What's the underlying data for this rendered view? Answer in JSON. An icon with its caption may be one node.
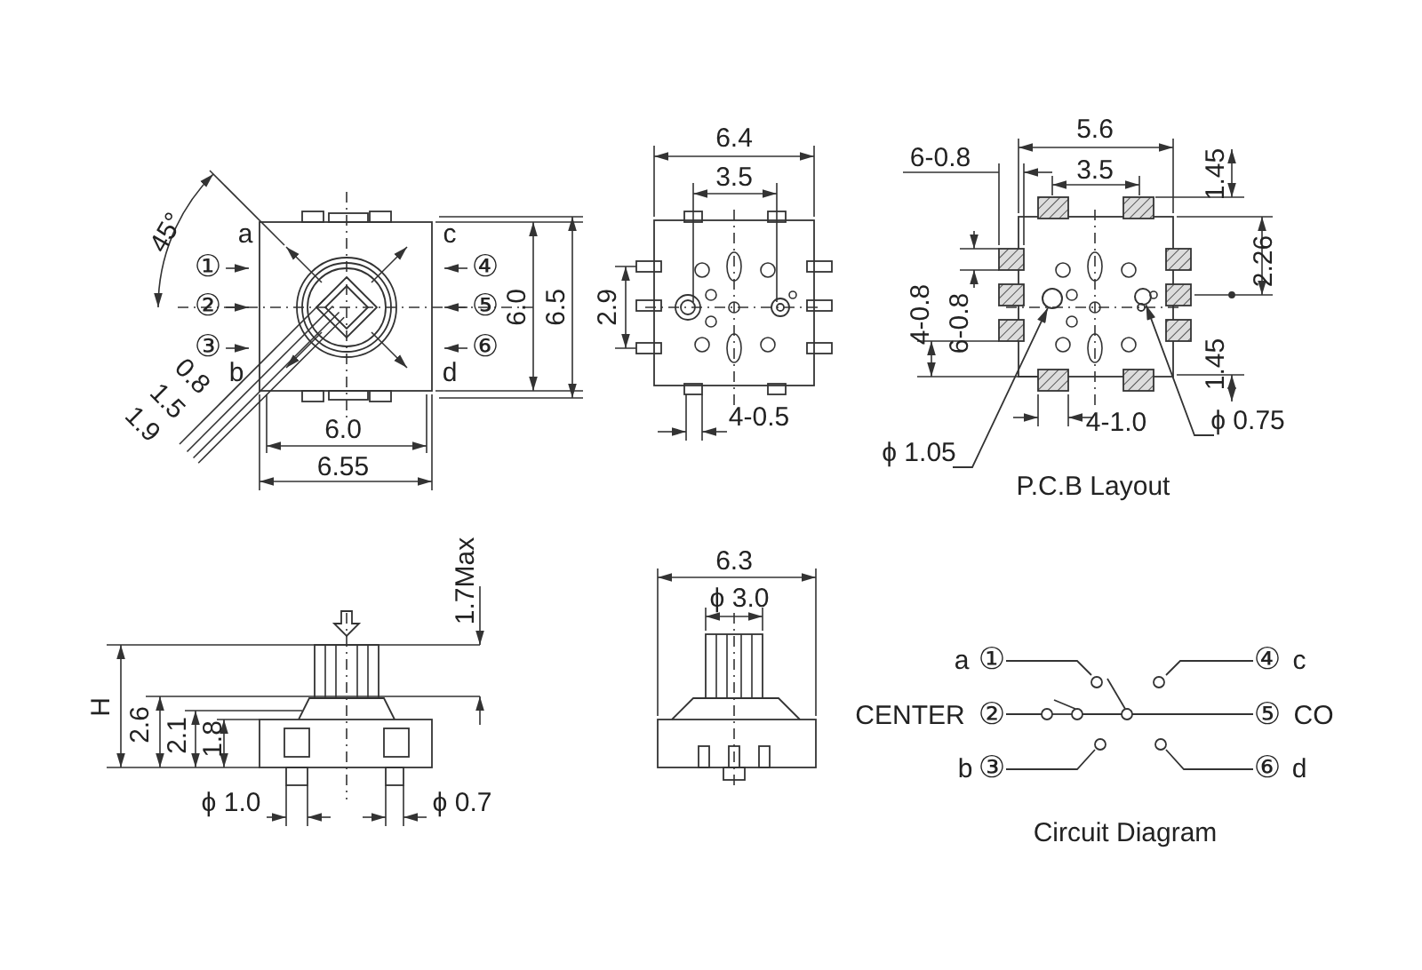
{
  "diagram": {
    "nodes": [
      {
        "text": [
          "ϕ 1.05"
        ]
      },
      {
        "text": [],
        "shape": "circle"
      },
      {
        "text": [
          "ϕ 0.75"
        ]
      },
      {
        "text": [],
        "shape": "circle"
      }
    ],
    "edges": [
      {
        "from": 0,
        "to": 1,
        "arrow": "to"
      },
      {
        "from": 2,
        "to": 3,
        "arrow": "to"
      }
    ],
    "labels": [
      "45°",
      "a",
      "c",
      "①",
      "④",
      "②",
      "⑤",
      "③",
      "⑥",
      "b",
      "d",
      "0.8",
      "1.5",
      "1.9",
      "6.0",
      "6.55",
      "6.0",
      "6.5",
      "6.4",
      "3.5",
      "2.9",
      "4-0.5",
      "5.6",
      "6-0.8",
      "3.5",
      "1.45",
      "2.26",
      "4-0.8",
      "6-0.8",
      "1.45",
      "4-1.0",
      "P.C.B Layout",
      "1.7Max",
      "H",
      "2.6",
      "2.1",
      "1.8",
      "ϕ 1.0",
      "ϕ 0.7",
      "6.3",
      "ϕ 3.0",
      "a",
      "①",
      "④",
      "c",
      "CENTER",
      "②",
      "⑤",
      "CO",
      "b",
      "③",
      "⑥",
      "d",
      "Circuit Diagram"
    ]
  }
}
